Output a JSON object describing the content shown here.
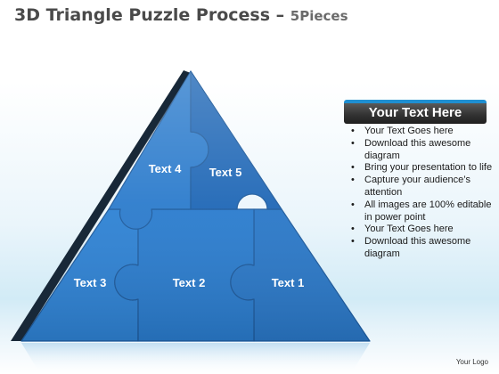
{
  "title": {
    "main": "3D Triangle Puzzle Process",
    "separator": " – ",
    "sub": "5Pieces"
  },
  "pieces": [
    {
      "id": 1,
      "label": "Text 1",
      "color": "#2a78c8"
    },
    {
      "id": 2,
      "label": "Text 2",
      "color": "#2a7cce"
    },
    {
      "id": 3,
      "label": "Text 3",
      "color": "#2e82d4"
    },
    {
      "id": 4,
      "label": "Text 4",
      "color": "#2b7bcc"
    },
    {
      "id": 5,
      "label": "Text 5",
      "color": "#1f67b6"
    }
  ],
  "colors": {
    "piece_edge": "#1d5a9c",
    "side_face": "#182838",
    "panel_accent": "#1f8fd1"
  },
  "panel": {
    "header": "Your Text Here",
    "bullets": [
      "Your Text Goes here",
      "Download this awesome diagram",
      "Bring your presentation to life",
      "Capture your audience’s attention",
      "All images are 100% editable in power point",
      "Your Text Goes here",
      "Download this awesome diagram"
    ]
  },
  "footer": {
    "logo": "Your Logo"
  }
}
